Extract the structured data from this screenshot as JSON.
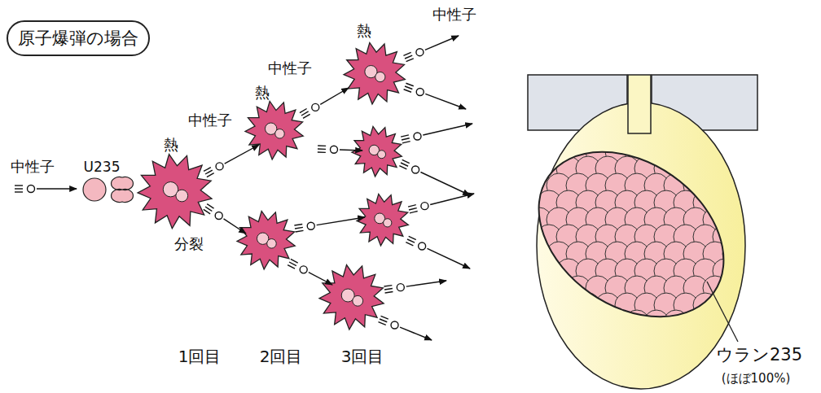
{
  "diagram": {
    "title": "原子爆弾の場合",
    "labels": [
      "中性子",
      "U235",
      "熱",
      "中性子",
      "熱",
      "中性子",
      "熱",
      "中性子",
      "分裂",
      "1回目",
      "2回目",
      "3回目",
      "ウラン235",
      "(ほぼ100%)"
    ]
  }
}
